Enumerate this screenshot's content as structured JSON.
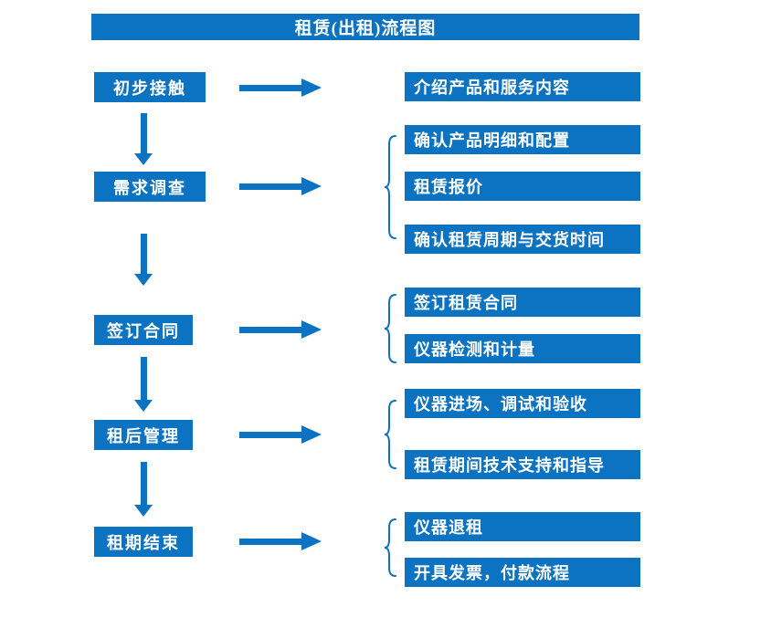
{
  "title": "租赁(出租)流程图",
  "colors": {
    "primary": "#0C72C2",
    "text": "#FFFFFF",
    "background": "#FFFFFF"
  },
  "flow": [
    {
      "step": "初步接触",
      "details": [
        "介绍产品和服务内容"
      ]
    },
    {
      "step": "需求调查",
      "details": [
        "确认产品明细和配置",
        "租赁报价",
        "确认租赁周期与交货时间"
      ]
    },
    {
      "step": "签订合同",
      "details": [
        "签订租赁合同",
        "仪器检测和计量"
      ]
    },
    {
      "step": "租后管理",
      "details": [
        "仪器进场、调试和验收",
        "租赁期间技术支持和指导"
      ]
    },
    {
      "step": "租期结束",
      "details": [
        "仪器退租",
        "开具发票，付款流程"
      ]
    }
  ]
}
